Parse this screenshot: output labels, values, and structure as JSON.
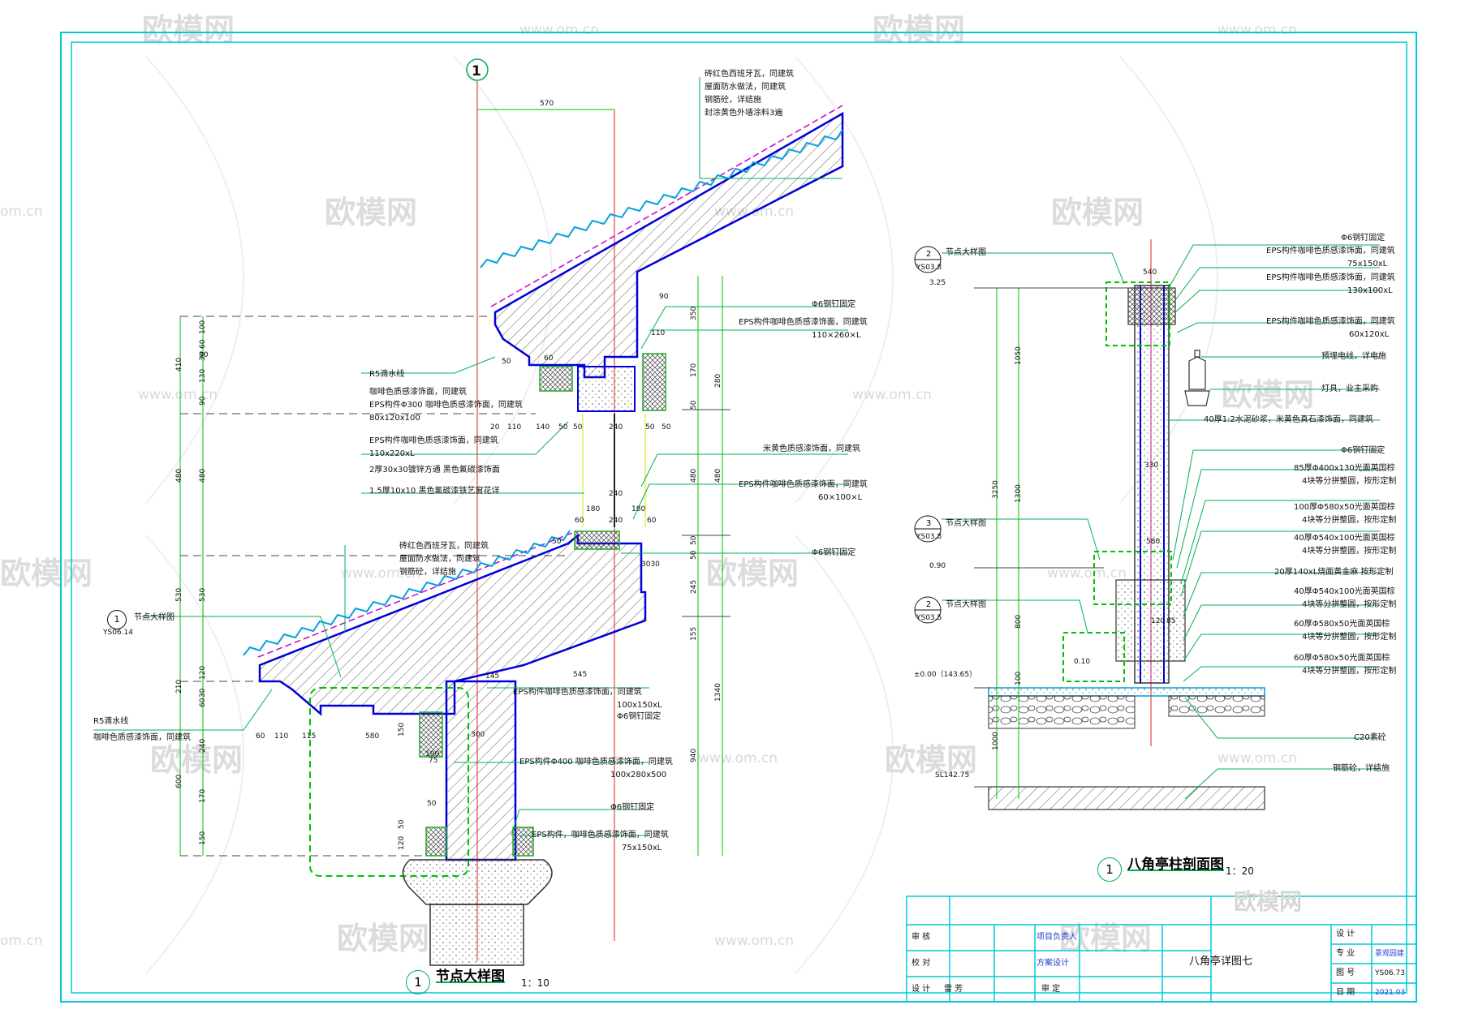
{
  "watermark": {
    "brand": "欧模网",
    "url": "www.om.cn",
    "url_short": "om.cn",
    "brand_partial": "欧模网"
  },
  "grid_marker": "1",
  "views": {
    "left": {
      "number": "1",
      "title": "节点大样图",
      "scale": "1：10"
    },
    "right": {
      "number": "1",
      "title": "八角亭柱剖面图",
      "scale": "1：20"
    }
  },
  "left_annotations": {
    "roof_top": [
      "砖红色西班牙瓦，同建筑",
      "屋面防水做法，同建筑",
      "钢筋砼，详结施",
      "封涂黄色外墙涂料3遍"
    ],
    "rebar_fix_1": "Φ6钢钉固定",
    "eps_1": "EPS构件咖啡色质感漆饰面，同建筑",
    "eps_1_size": "110×260×L",
    "r5_drip_1": "R5滴水线",
    "coffee_1": "咖啡色质感漆饰面，同建筑",
    "eps_300": "EPS构件Φ300 咖啡色质感漆饰面，同建筑",
    "eps_300_size": "80x120x100",
    "eps_2": "EPS构件咖啡色质感漆饰面，同建筑",
    "eps_2_size": "110x220xL",
    "steel_tube": "2厚30x30镀锌方通   黑色氟碳漆饰面",
    "iron_flower": "1.5厚10x10 黑色氟碳漆铁艺窗花详",
    "beige": "米黄色质感漆饰面，同建筑",
    "eps_3": "EPS构件咖啡色质感漆饰面，同建筑",
    "eps_3_size": "60×100×L",
    "rebar_fix_2": "Φ6钢钉固定",
    "roof_low": [
      "砖红色西班牙瓦，同建筑",
      "屋面防水做法，同建筑",
      "钢筋砼，详结施"
    ],
    "node_ref": "节点大样图",
    "node_ref_code": "YS06.14",
    "node_ref_num": "1",
    "r5_drip_2": "R5滴水线",
    "coffee_2": "咖啡色质感漆饰面，同建筑",
    "eps_4": "EPS构件咖啡色质感漆饰面，同建筑",
    "eps_4_size": "100x150xL",
    "rebar_fix_3": "Φ6钢钉固定",
    "eps_400": "EPS构件Φ400 咖啡色质感漆饰面，同建筑",
    "eps_400_size": "100x280x500",
    "rebar_fix_4": "Φ6钢钉固定",
    "eps_5": "EPS构件，咖啡色质感漆饰面，同建筑",
    "eps_5_size": "75x150xL"
  },
  "left_dims": {
    "top": "570",
    "left_col": [
      "100",
      "60",
      "30",
      "130",
      "90",
      "480",
      "530",
      "120",
      "60",
      "30",
      "240",
      "170",
      "150"
    ],
    "left_totals": [
      "410",
      "480",
      "530",
      "210",
      "600"
    ],
    "row1": [
      "20",
      "110",
      "140",
      "50",
      "50",
      "240",
      "50",
      "50"
    ],
    "mid": [
      "180",
      "240",
      "180"
    ],
    "mid2": [
      "60",
      "240",
      "60"
    ],
    "right_col": [
      "350",
      "110",
      "170",
      "50",
      "480",
      "50",
      "50",
      "245",
      "155",
      "940"
    ],
    "right_totals": [
      "280",
      "480",
      "1340"
    ],
    "low": [
      "60",
      "110",
      "115",
      "580",
      "150",
      "75",
      "50",
      "50",
      "120",
      "545",
      "145",
      "300",
      "100",
      "3030"
    ],
    "misc": [
      "50",
      "50",
      "30",
      "90",
      "60"
    ]
  },
  "right_annotations": {
    "ref_1": "节点大样图",
    "ref_1_code": "YS03.8",
    "ref_1_num": "2",
    "ref_2": "节点大样图",
    "ref_2_code": "YS03.8",
    "ref_2_num": "3",
    "ref_3": "节点大样图",
    "ref_3_code": "YS03.5",
    "ref_3_num": "2",
    "elev_1": "3.25",
    "elev_2": "0.90",
    "elev_3": "0.10",
    "elev_4": "±0.00（143.65）",
    "elev_5": "SL142.75",
    "items": [
      [
        "Φ6钢钉固定",
        ""
      ],
      [
        "EPS构件咖啡色质感漆饰面，同建筑",
        "75x150xL"
      ],
      [
        "EPS构件咖啡色质感漆饰面，同建筑",
        "130x100xL"
      ],
      [
        "EPS构件咖啡色质感漆饰面，同建筑",
        "60x120xL"
      ],
      [
        "预埋电线，详电施",
        ""
      ],
      [
        "灯具，业主采购",
        ""
      ],
      [
        "40厚1:2水泥砂浆，米黄色真石漆饰面，同建筑",
        ""
      ],
      [
        "Φ6钢钉固定",
        ""
      ],
      [
        "85厚Φ400x130光面英国棕",
        "4块等分拼整圆，按形定制"
      ],
      [
        "100厚Φ580x50光面英国棕",
        "4块等分拼整圆，按形定制"
      ],
      [
        "40厚Φ540x100光面英国棕",
        "4块等分拼整圆，按形定制"
      ],
      [
        "20厚140xL烧面黄金麻 按形定制",
        ""
      ],
      [
        "40厚Φ540x100光面英国棕",
        "4块等分拼整圆，按形定制"
      ],
      [
        "60厚Φ580x50光面英国棕",
        "4块等分拼整圆，按形定制"
      ],
      [
        "60厚Φ580x50光面英国棕",
        "4块等分拼整圆，按形定制"
      ],
      [
        "C20素砼",
        ""
      ],
      [
        "钢筋砼，详结施",
        ""
      ]
    ],
    "dims": [
      "540",
      "1050",
      "3250",
      "1300",
      "580",
      "800",
      "100",
      "1000",
      "120",
      "85",
      "330"
    ]
  },
  "title_block": {
    "rows": [
      "审 核",
      "校 对",
      "设 计"
    ],
    "designer": "雷 芳",
    "col2": [
      "项目负责人",
      "方案设计",
      "审 定"
    ],
    "drawing_name": "八角亭详图七",
    "right": [
      [
        "设 计",
        ""
      ],
      [
        "专 业",
        "景观园建"
      ],
      [
        "图 号",
        "YS06.73"
      ],
      [
        "日 期",
        "2021.03"
      ]
    ]
  }
}
